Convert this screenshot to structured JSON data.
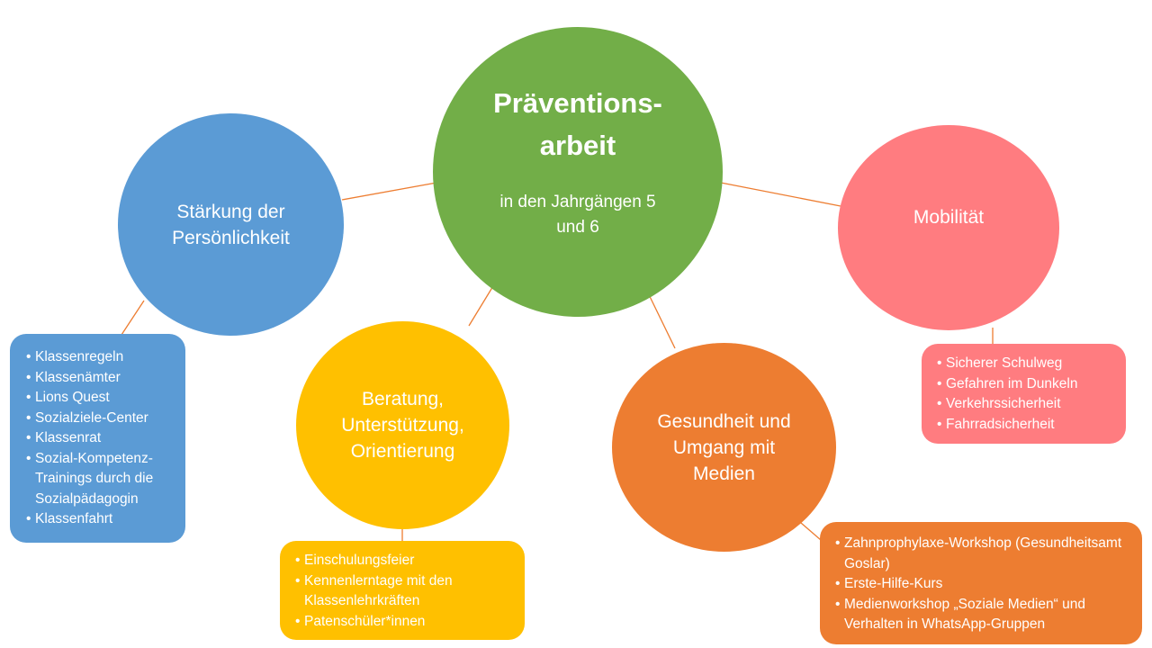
{
  "colors": {
    "center": "#72ae48",
    "blue": "#5b9bd5",
    "yellow": "#ffc000",
    "orange": "#ed7d31",
    "pink": "#ff7c80",
    "connector": "#ed7d31"
  },
  "center": {
    "title": "Präventions-\narbeit",
    "subtitle": "in den Jahrgängen 5\nund 6"
  },
  "nodes": {
    "persoenlichkeit": {
      "title": "Stärkung der\nPersönlichkeit",
      "items": [
        "Klassenregeln",
        "Klassenämter",
        "Lions Quest",
        "Sozialziele-Center",
        "Klassenrat",
        "Sozial-Kompetenz-Trainings durch die Sozialpädagogin",
        "Klassenfahrt"
      ]
    },
    "beratung": {
      "title": "Beratung,\nUnterstützung,\nOrientierung",
      "items": [
        "Einschulungsfeier",
        "Kennenlerntage mit den Klassenlehrkräften",
        "Patenschüler*innen"
      ]
    },
    "gesundheit": {
      "title": "Gesundheit und\nUmgang mit\nMedien",
      "items": [
        "Zahnprophylaxe-Workshop (Gesundheitsamt Goslar)",
        "Erste-Hilfe-Kurs",
        "Medienworkshop „Soziale Medien“ und Verhalten in WhatsApp-Gruppen"
      ]
    },
    "mobilitaet": {
      "title": "Mobilität",
      "items": [
        "Sicherer Schulweg",
        "Gefahren im Dunkeln",
        "Verkehrssicherheit",
        "Fahrradsicherheit"
      ]
    }
  }
}
